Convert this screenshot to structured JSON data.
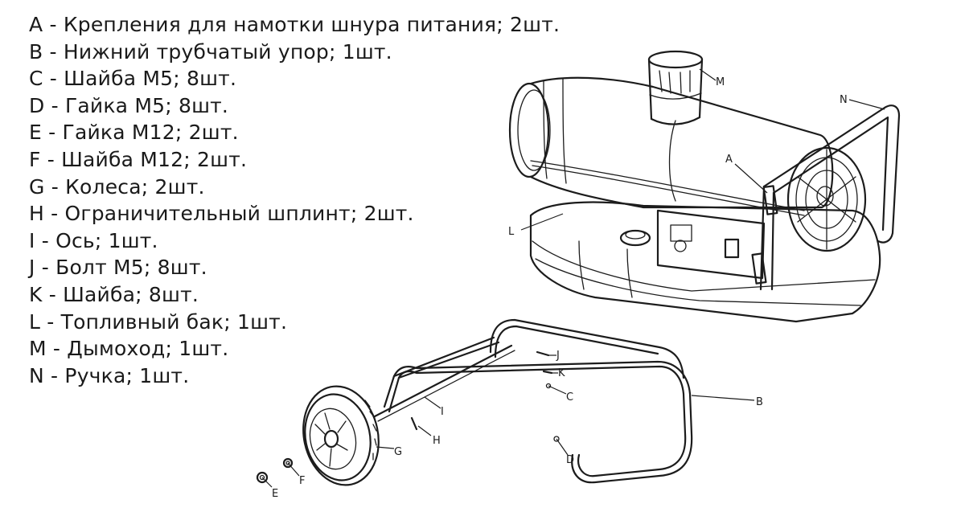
{
  "parts": [
    {
      "letter": "A",
      "text": "A - Крепления для намотки шнура питания; 2шт."
    },
    {
      "letter": "B",
      "text": "B - Нижний трубчатый упор; 1шт."
    },
    {
      "letter": "C",
      "text": "C - Шайба М5; 8шт."
    },
    {
      "letter": "D",
      "text": "D - Гайка М5; 8шт."
    },
    {
      "letter": "E",
      "text": "E - Гайка М12; 2шт."
    },
    {
      "letter": "F",
      "text": "F - Шайба М12; 2шт."
    },
    {
      "letter": "G",
      "text": "G - Колеса; 2шт."
    },
    {
      "letter": "H",
      "text": "H - Ограничительный шплинт; 2шт."
    },
    {
      "letter": "I",
      "text": "I - Ось; 1шт."
    },
    {
      "letter": "J",
      "text": "J - Болт М5; 8шт."
    },
    {
      "letter": "K",
      "text": "K - Шайба; 8шт."
    },
    {
      "letter": "L",
      "text": "L - Топливный бак; 1шт."
    },
    {
      "letter": "M",
      "text": "M - Дымоход; 1шт."
    },
    {
      "letter": "N",
      "text": "N - Ручка; 1шт."
    }
  ],
  "callouts": {
    "a": "A",
    "b": "B",
    "c": "C",
    "d": "D",
    "e": "E",
    "f": "F",
    "g": "G",
    "h": "H",
    "i": "I",
    "j": "J",
    "k": "K",
    "l": "L",
    "m": "M",
    "n": "N"
  }
}
